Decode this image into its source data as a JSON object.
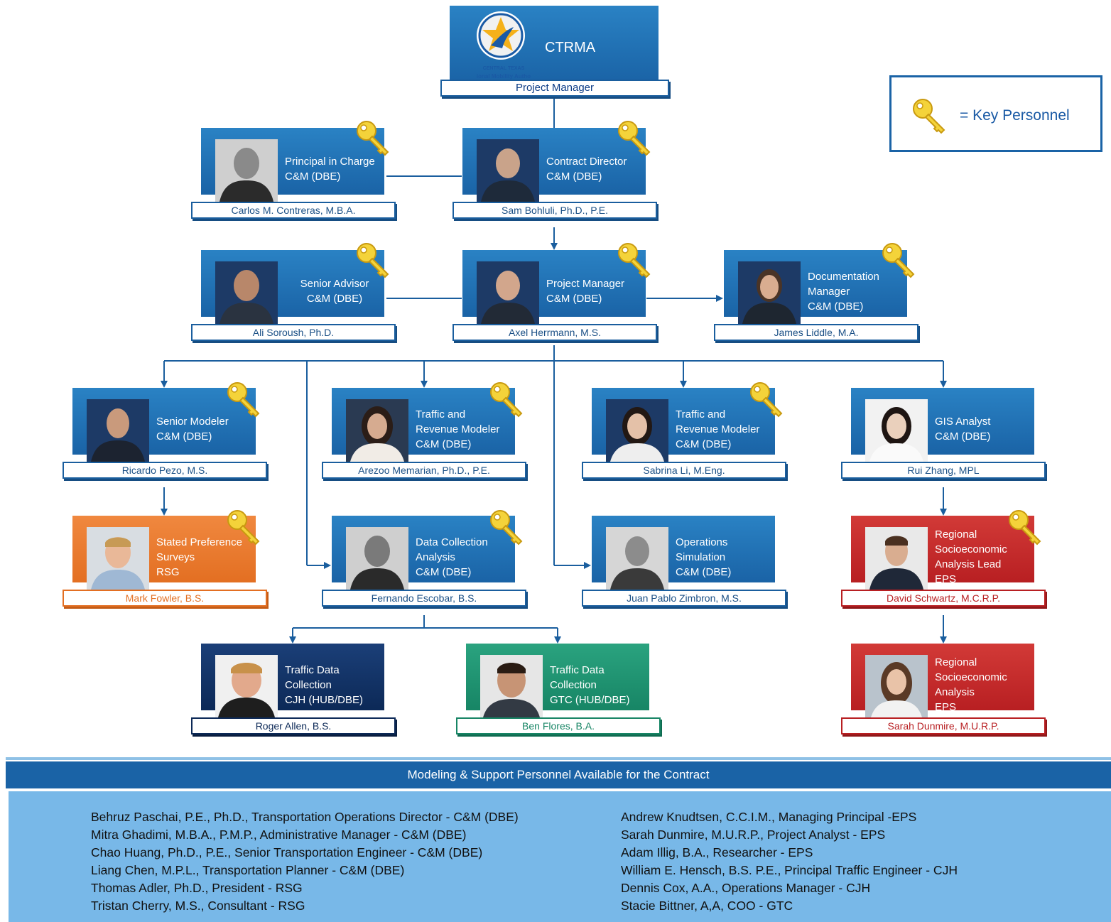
{
  "colors": {
    "blue": "#1a63a6",
    "orange": "#e36f22",
    "red": "#b81f22",
    "green": "#178565",
    "navy": "#0c2957",
    "support_bg": "#78b8e8"
  },
  "top": {
    "title": "CTRMA",
    "logo_text_1": "CENTRAL TEXAS",
    "logo_text_2": "ional Mobility Autho",
    "name": "Project Manager"
  },
  "legend": {
    "icon": "key-icon",
    "text": "= Key Personnel"
  },
  "cards": {
    "contreras": {
      "t1": "Principal in Charge",
      "t2": "C&M (DBE)",
      "name": "Carlos M. Contreras, M.B.A."
    },
    "bohluli": {
      "t1": "Contract Director",
      "t2": "C&M (DBE)",
      "name": "Sam Bohluli, Ph.D., P.E."
    },
    "soroush": {
      "t1": "Senior Advisor",
      "t2": "C&M (DBE)",
      "name": "Ali Soroush, Ph.D."
    },
    "herrmann": {
      "t1": "Project Manager",
      "t2": "C&M (DBE)",
      "name": "Axel Herrmann, M.S."
    },
    "liddle": {
      "t1": "Documentation",
      "t2": "Manager",
      "t3": "C&M (DBE)",
      "name": "James Liddle, M.A."
    },
    "pezo": {
      "t1": "Senior Modeler",
      "t2": "C&M (DBE)",
      "name": "Ricardo Pezo, M.S."
    },
    "memarian": {
      "t1": "Traffic and",
      "t2": "Revenue Modeler",
      "t3": "C&M (DBE)",
      "name": "Arezoo Memarian, Ph.D., P.E."
    },
    "li": {
      "t1": "Traffic and",
      "t2": "Revenue Modeler",
      "t3": "C&M (DBE)",
      "name": "Sabrina Li, M.Eng."
    },
    "zhang": {
      "t1": "GIS Analyst",
      "t2": "C&M (DBE)",
      "name": "Rui Zhang, MPL"
    },
    "fowler": {
      "t1": "Stated Preference",
      "t2": "Surveys",
      "t3": "RSG",
      "name": "Mark Fowler, B.S."
    },
    "escobar": {
      "t1": "Data Collection",
      "t2": "Analysis",
      "t3": "C&M (DBE)",
      "name": "Fernando Escobar, B.S."
    },
    "zimbron": {
      "t1": "Operations",
      "t2": "Simulation",
      "t3": "C&M (DBE)",
      "name": "Juan Pablo Zimbron, M.S."
    },
    "schwartz": {
      "t1": "Regional",
      "t2": "Socioeconomic",
      "t3": "Analysis Lead",
      "t4": "EPS",
      "name": "David Schwartz, M.C.R.P."
    },
    "allen": {
      "t1": "Traffic Data",
      "t2": "Collection",
      "t3": "CJH (HUB/DBE)",
      "name": "Roger Allen, B.S."
    },
    "flores": {
      "t1": "Traffic Data",
      "t2": "Collection",
      "t3": "GTC (HUB/DBE)",
      "name": "Ben Flores, B.A."
    },
    "dunmire": {
      "t1": "Regional",
      "t2": "Socioeconomic",
      "t3": "Analysis",
      "t4": "EPS",
      "name": "Sarah Dunmire, M.U.R.P."
    }
  },
  "support": {
    "header": "Modeling & Support Personnel Available for the Contract",
    "left": [
      "Behruz Paschai, P.E., Ph.D., Transportation Operations Director - C&M (DBE)",
      "Mitra Ghadimi, M.B.A., P.M.P., Administrative Manager - C&M (DBE)",
      "Chao Huang, Ph.D., P.E., Senior Transportation Engineer - C&M (DBE)",
      "Liang Chen, M.P.L., Transportation Planner - C&M (DBE)",
      "Thomas Adler, Ph.D., President - RSG",
      "Tristan Cherry, M.S., Consultant - RSG"
    ],
    "right": [
      "Andrew Knudtsen, C.C.I.M., Managing Principal -EPS",
      "Sarah Dunmire, M.U.R.P., Project Analyst - EPS",
      "Adam Illig, B.A., Researcher - EPS",
      "William E. Hensch, B.S. P.E., Principal Traffic Engineer - CJH",
      "Dennis Cox, A.A., Operations Manager - CJH",
      "Stacie Bittner, A,A, COO - GTC"
    ]
  }
}
